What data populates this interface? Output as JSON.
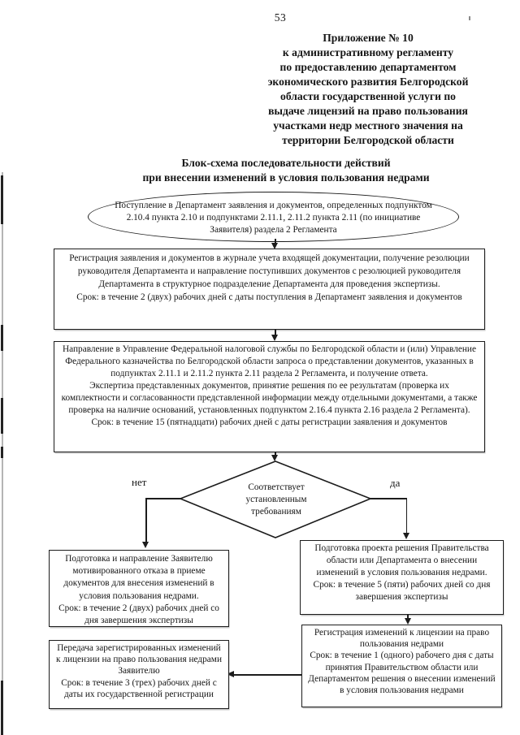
{
  "page": {
    "number": "53"
  },
  "header": {
    "lines": [
      "Приложение № 10",
      "к административному регламенту",
      "по предоставлению департаментом",
      "экономического развития Белгородской",
      "области государственной услуги по",
      "выдаче лицензий на право пользования",
      "участками недр местного значения на",
      "территории Белгородской области"
    ]
  },
  "title": {
    "line1": "Блок-схема последовательности действий",
    "line2": "при внесении изменений в условия пользования недрами"
  },
  "flowchart": {
    "nodes": {
      "start": {
        "shape": "ellipse",
        "text": "Поступление в Департамент заявления и документов, определенных подпунктом 2.10.4 пункта 2.10 и подпунктами 2.11.1, 2.11.2 пункта 2.11 (по инициативе Заявителя) раздела 2 Регламента"
      },
      "registration": {
        "shape": "rect",
        "text": "Регистрация заявления и документов в журнале учета входящей документации, получение резолюции руководителя Департамента и направление поступивших документов с резолюцией руководителя Департамента в структурное подразделение Департамента для проведения экспертизы.\nСрок: в течение 2 (двух) рабочих дней с даты поступления в Департамент заявления и документов"
      },
      "expertise": {
        "shape": "rect",
        "text": "Направление в Управление Федеральной налоговой службы по Белгородской области и (или) Управление Федерального казначейства по Белгородской области запроса о представлении документов, указанных в подпунктах 2.11.1 и 2.11.2 пункта 2.11 раздела 2 Регламента, и получение ответа.\nЭкспертиза представленных документов, принятие решения по ее результатам (проверка их комплектности и согласованности представленной информации между отдельными документами, а также проверка на наличие оснований, установленных подпунктом 2.16.4 пункта 2.16 раздела 2 Регламента).\nСрок: в течение 15 (пятнадцати) рабочих дней с даты регистрации заявления и документов"
      },
      "decision": {
        "shape": "diamond",
        "text": "Соответствует установленным требованиям"
      },
      "refusal": {
        "shape": "rect",
        "text": "Подготовка и направление Заявителю мотивированного отказа в приеме документов для внесения изменений в условия пользования недрами.\nСрок: в течение 2 (двух) рабочих дней со дня завершения экспертизы"
      },
      "draft_decision": {
        "shape": "rect",
        "text": "Подготовка проекта решения Правительства области или Департамента о внесении изменений в условия пользования недрами.\nСрок: в течение 5 (пяти) рабочих дней со дня завершения экспертизы"
      },
      "license_registration": {
        "shape": "rect",
        "text": "Регистрация изменений к лицензии на право пользования недрами\nСрок: в течение 1 (одного) рабочего дня с даты принятия Правительством области или Департаментом решения о внесении изменений в условия пользования недрами"
      },
      "transfer": {
        "shape": "rect",
        "text": "Передача зарегистрированных изменений к лицензии на право пользования недрами Заявителю\nСрок: в течение 3 (трех) рабочих дней с даты их государственной регистрации"
      }
    },
    "branch_labels": {
      "no": "нет",
      "yes": "да"
    }
  },
  "colors": {
    "ink": "#1c1c1c",
    "paper": "#ffffff",
    "artifact_gray": "#b5b5b5"
  }
}
